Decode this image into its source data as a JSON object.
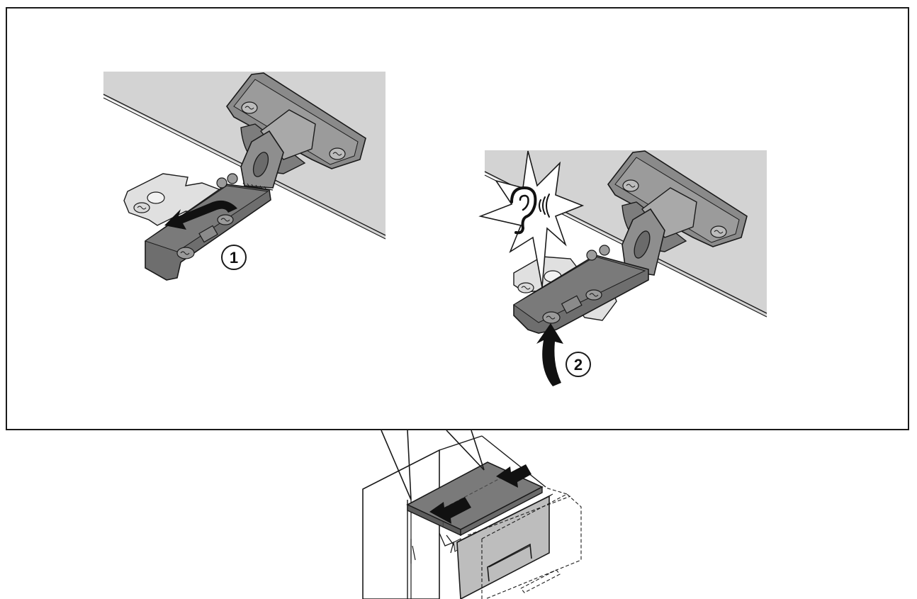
{
  "steps": [
    {
      "number": "1",
      "action": "slide-out"
    },
    {
      "number": "2",
      "action": "press-up-until-click"
    }
  ],
  "icons": {
    "hearing": "ear-icon",
    "sound": "sound-waves-icon",
    "burst": "click-burst-icon",
    "push": "arrow-icon"
  },
  "colors": {
    "ceiling": "#d3d3d3",
    "hinge_dark": "#6e6e6e",
    "hinge_mid": "#8a8a8a",
    "hinge_light": "#b9b9b9",
    "plate": "#e0e0e0",
    "stroke": "#1a1a1a",
    "panel": "#7a7a7a",
    "front": "#bdbdbd"
  }
}
